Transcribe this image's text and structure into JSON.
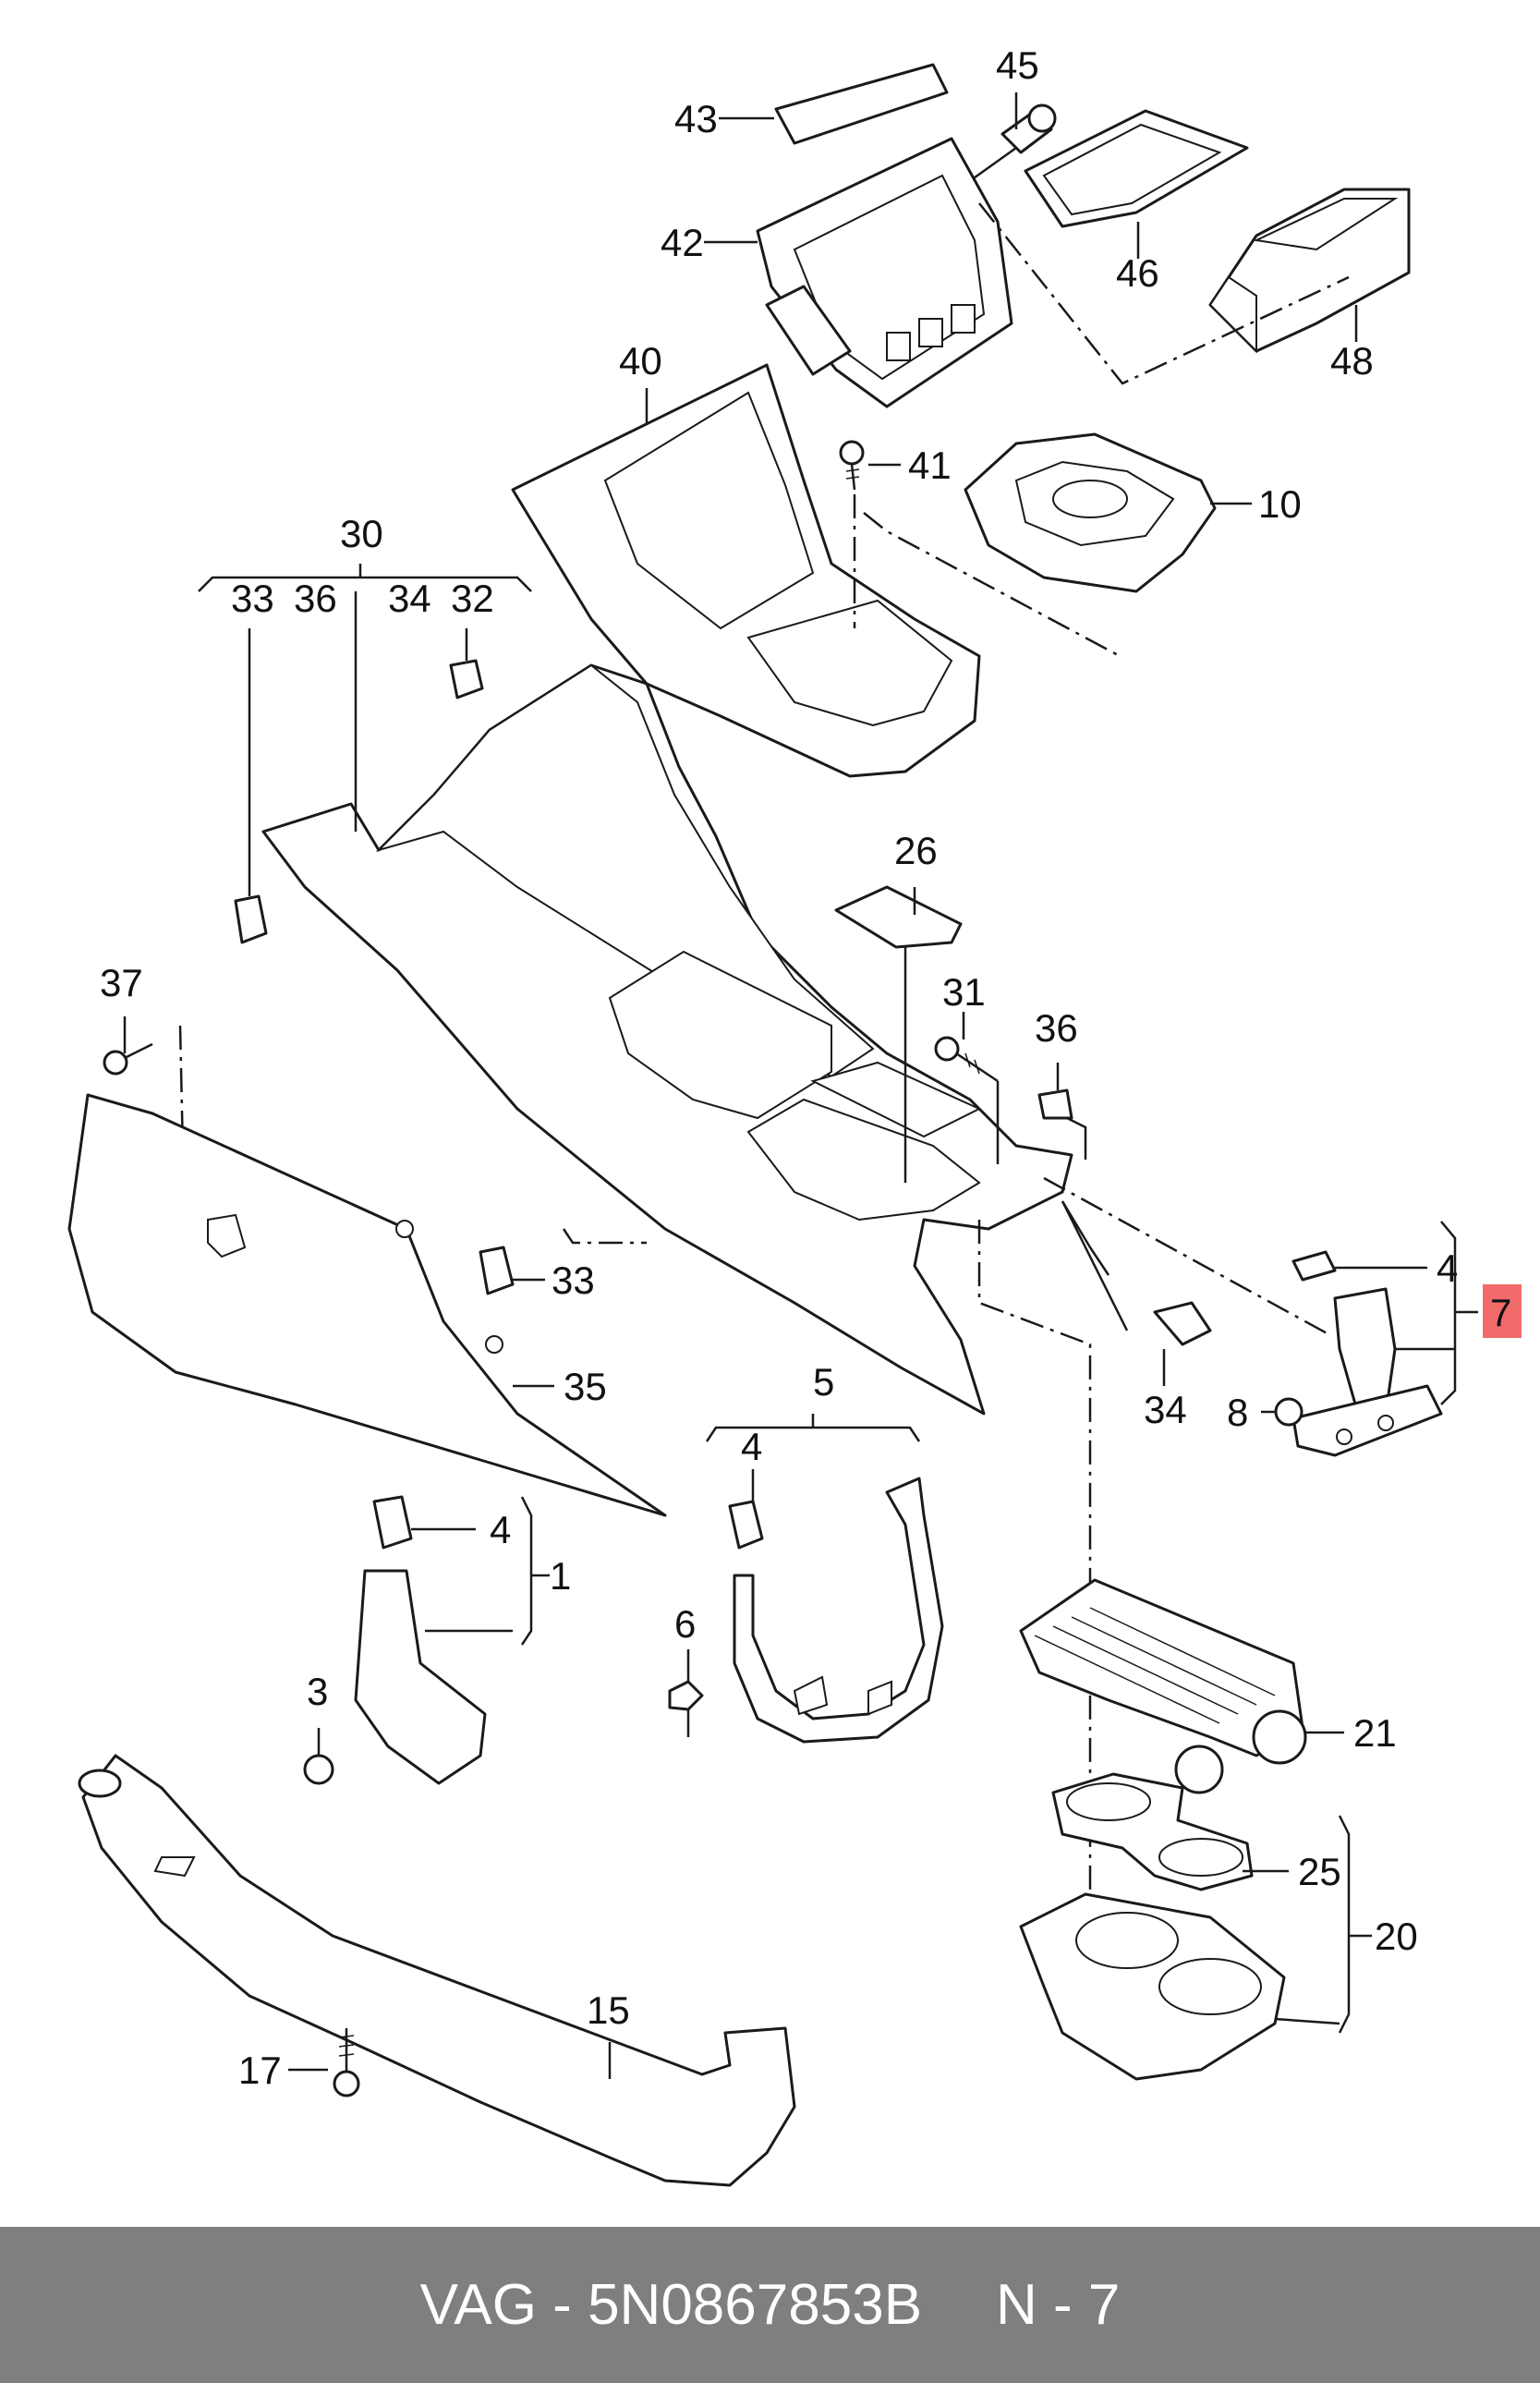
{
  "footer": {
    "brand": "VAG",
    "separator": "-",
    "part_number": "5N0867853B",
    "diagram_ref": "N - 7"
  },
  "highlight": {
    "label": "7",
    "color": "#f26b6b"
  },
  "callouts": {
    "c1": "1",
    "c3": "3",
    "c4a": "4",
    "c4b": "4",
    "c4c": "4",
    "c5": "5",
    "c6": "6",
    "c8": "8",
    "c10": "10",
    "c15": "15",
    "c17": "17",
    "c20": "20",
    "c21": "21",
    "c25": "25",
    "c26": "26",
    "c30": "30",
    "c31": "31",
    "c32": "32",
    "c33a": "33",
    "c33b": "33",
    "c34a": "34",
    "c34b": "34",
    "c35": "35",
    "c36a": "36",
    "c36b": "36",
    "c37": "37",
    "c40": "40",
    "c41": "41",
    "c42": "42",
    "c43": "43",
    "c45": "45",
    "c46": "46",
    "c48": "48"
  }
}
